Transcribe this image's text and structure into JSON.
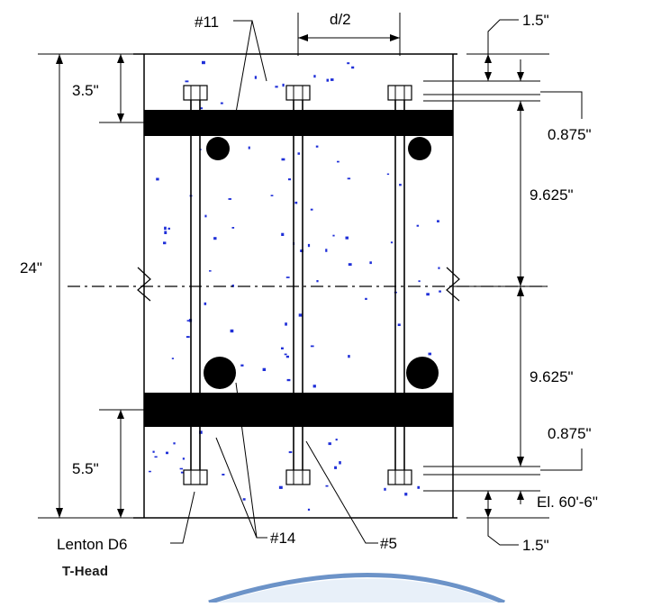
{
  "labels": {
    "bar_11": "#11",
    "d_half": "d/2",
    "cover_top": "1.5\"",
    "top_depth": "3.5\"",
    "gap_top": "0.875\"",
    "span_upper": "9.625\"",
    "total_depth": "24\"",
    "span_lower": "9.625\"",
    "gap_bottom": "0.875\"",
    "bottom_depth": "5.5\"",
    "elevation": "El. 60'-6\"",
    "head_type": "Lenton D6",
    "bar_14": "#14",
    "bar_5": "#5",
    "cover_bottom": "1.5\"",
    "footer": "T-Head"
  },
  "colors": {
    "ink": "#000000",
    "concrete_speckle": "#1f2fd8",
    "watermark": "#3b6fb6"
  }
}
